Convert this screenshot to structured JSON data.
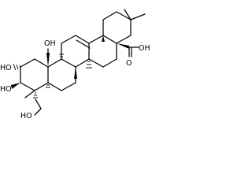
{
  "structure": {
    "labels": {
      "oh_c25": "OH",
      "oh_c2": "HO",
      "oh_c3": "HO",
      "oh_c23": "HO",
      "acid_oh": "OH",
      "acid_o": "O"
    },
    "stereo_marks": [
      {
        "id": "c2-oh-bond",
        "style": "hash"
      },
      {
        "id": "c3-oh-bond",
        "style": "wedge"
      },
      {
        "id": "c10-ch2-bond",
        "style": "wedge"
      },
      {
        "id": "c5-h",
        "style": "hash"
      },
      {
        "id": "c9-h",
        "style": "hash"
      },
      {
        "id": "c8-me",
        "style": "wedge"
      },
      {
        "id": "c14-me",
        "style": "hash"
      },
      {
        "id": "c18-h",
        "style": "wedge"
      },
      {
        "id": "c17-cooh",
        "style": "wedge"
      },
      {
        "id": "c4-ch2oh",
        "style": "hash"
      }
    ]
  }
}
